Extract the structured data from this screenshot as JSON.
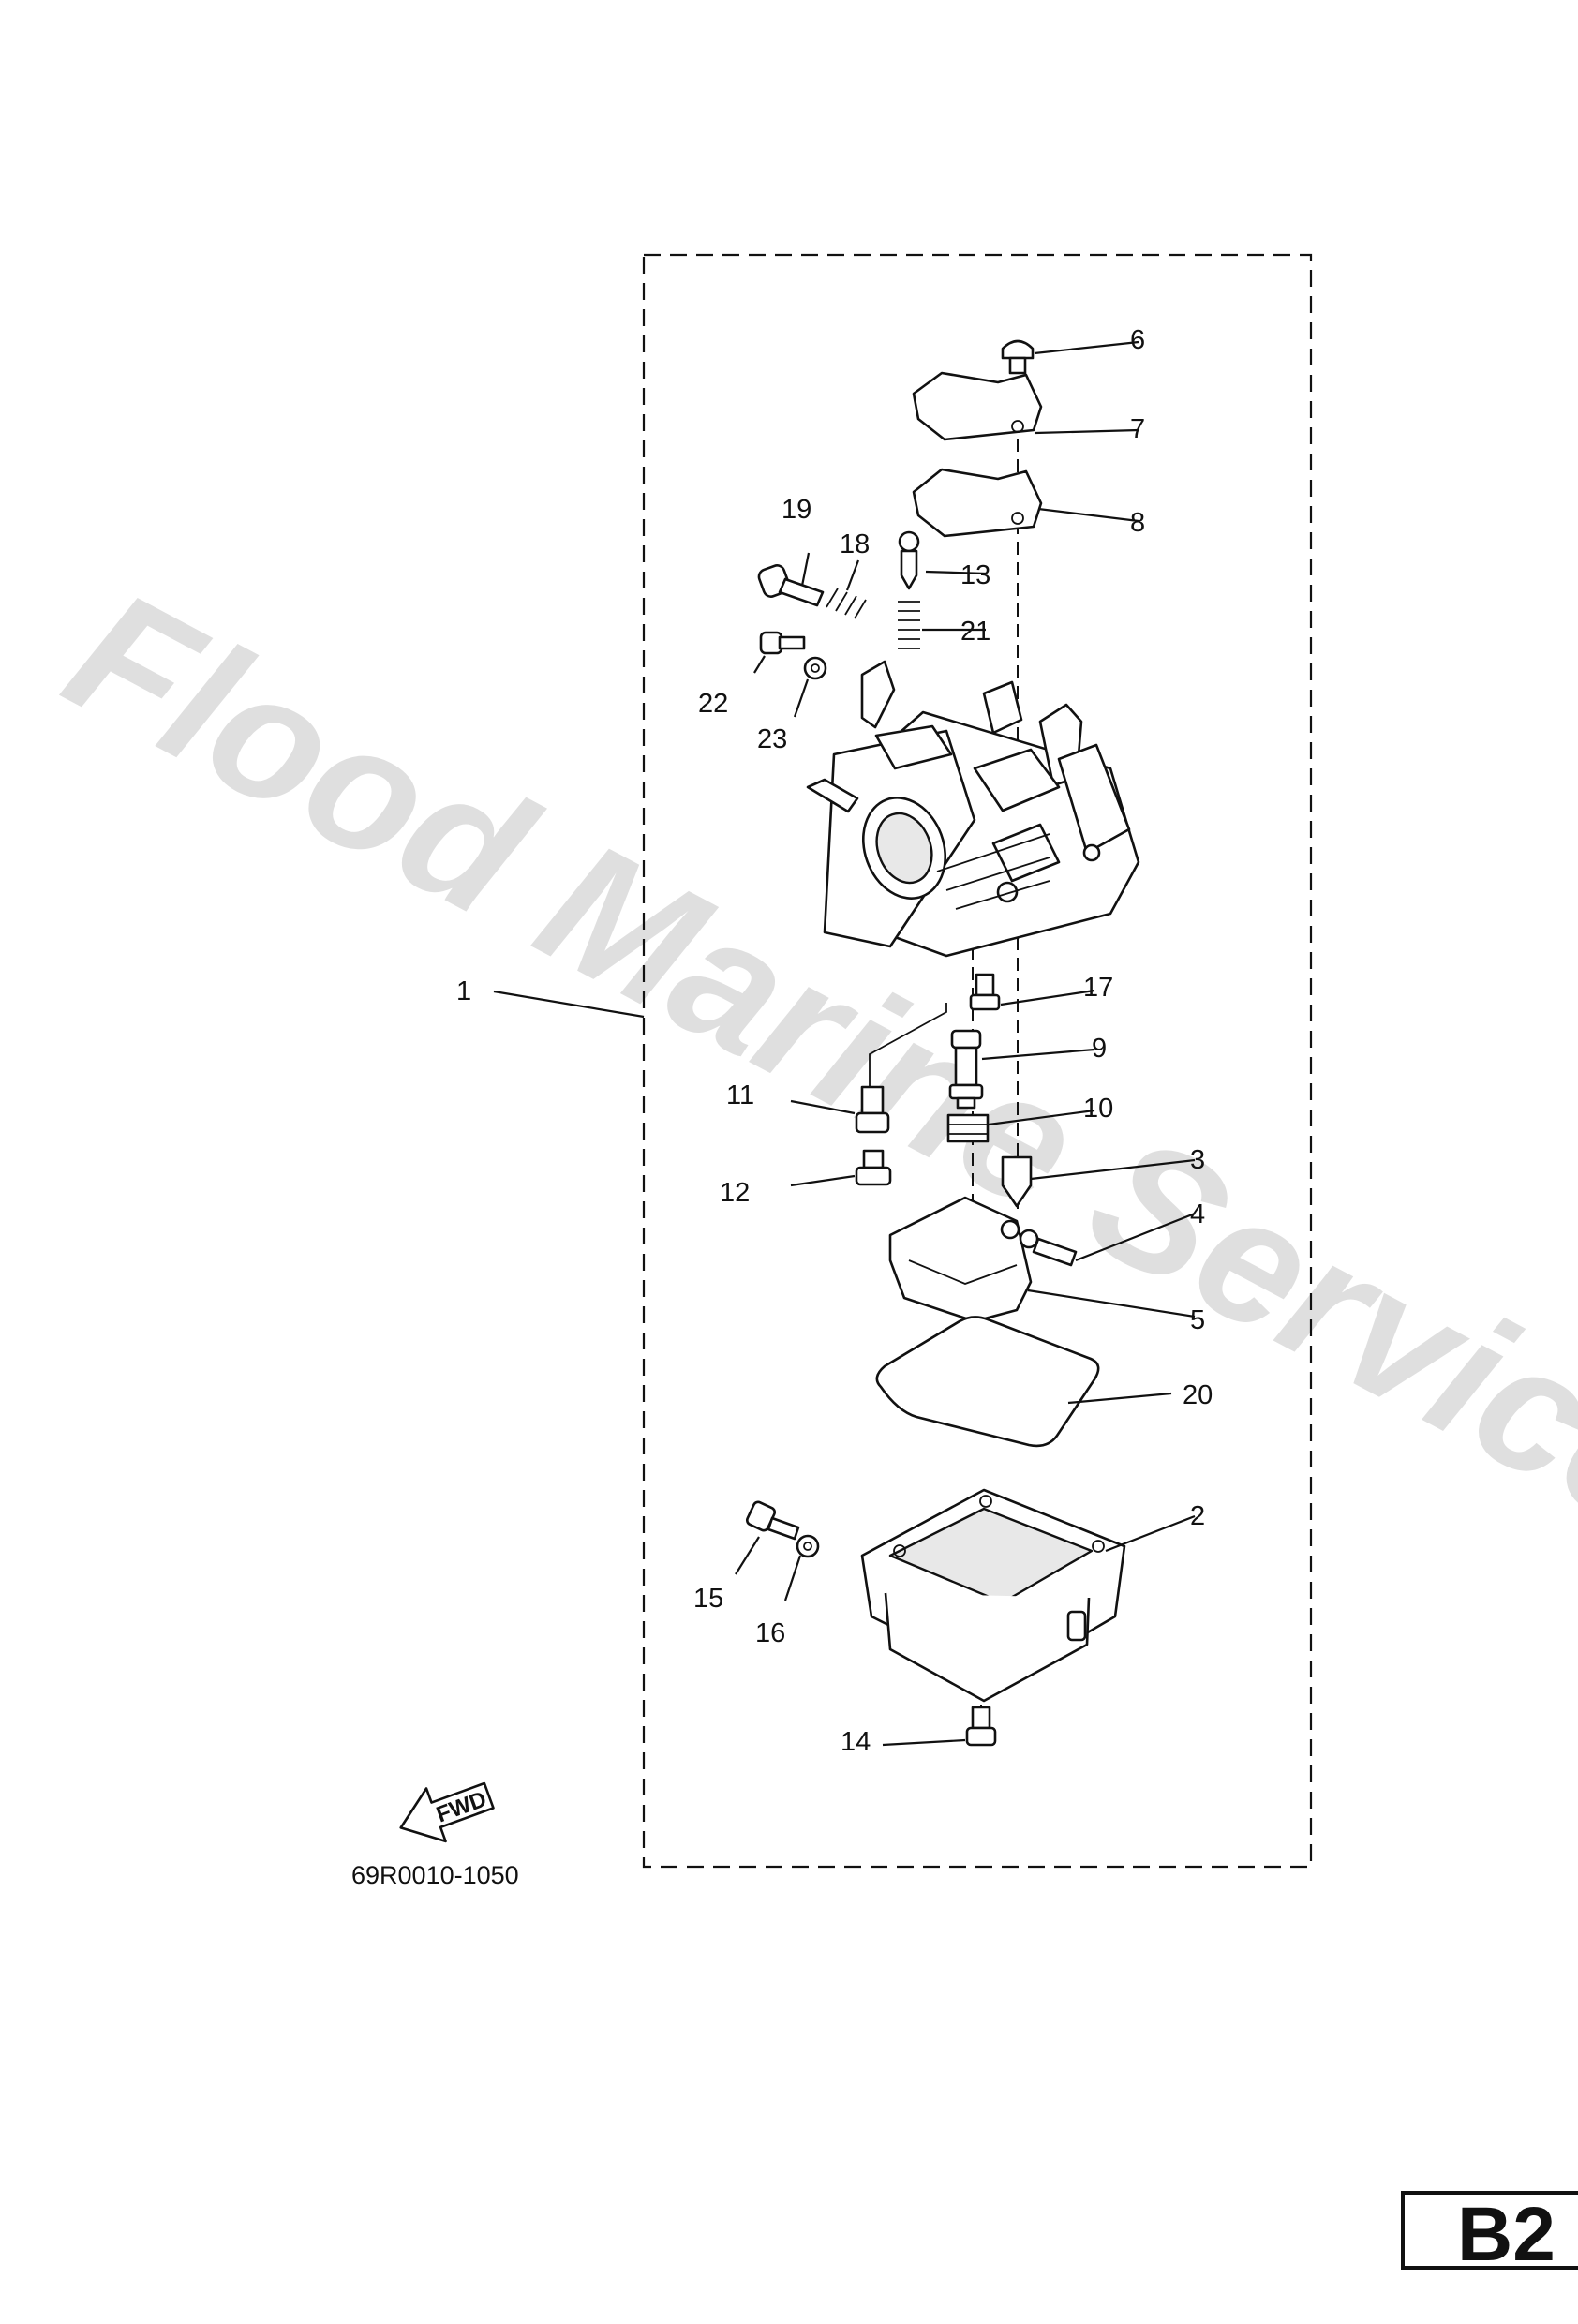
{
  "watermark": "Flood Marine Services",
  "diagram_code": "69R0010-1050",
  "page_tag": "B2",
  "fwd_label": "FWD",
  "callouts": {
    "c1": "1",
    "c2": "2",
    "c3": "3",
    "c4": "4",
    "c5": "5",
    "c6": "6",
    "c7": "7",
    "c8": "8",
    "c9": "9",
    "c10": "10",
    "c11": "11",
    "c12": "12",
    "c13": "13",
    "c14": "14",
    "c15": "15",
    "c16": "16",
    "c17": "17",
    "c18": "18",
    "c19": "19",
    "c20": "20",
    "c21": "21",
    "c22": "22",
    "c23": "23"
  }
}
